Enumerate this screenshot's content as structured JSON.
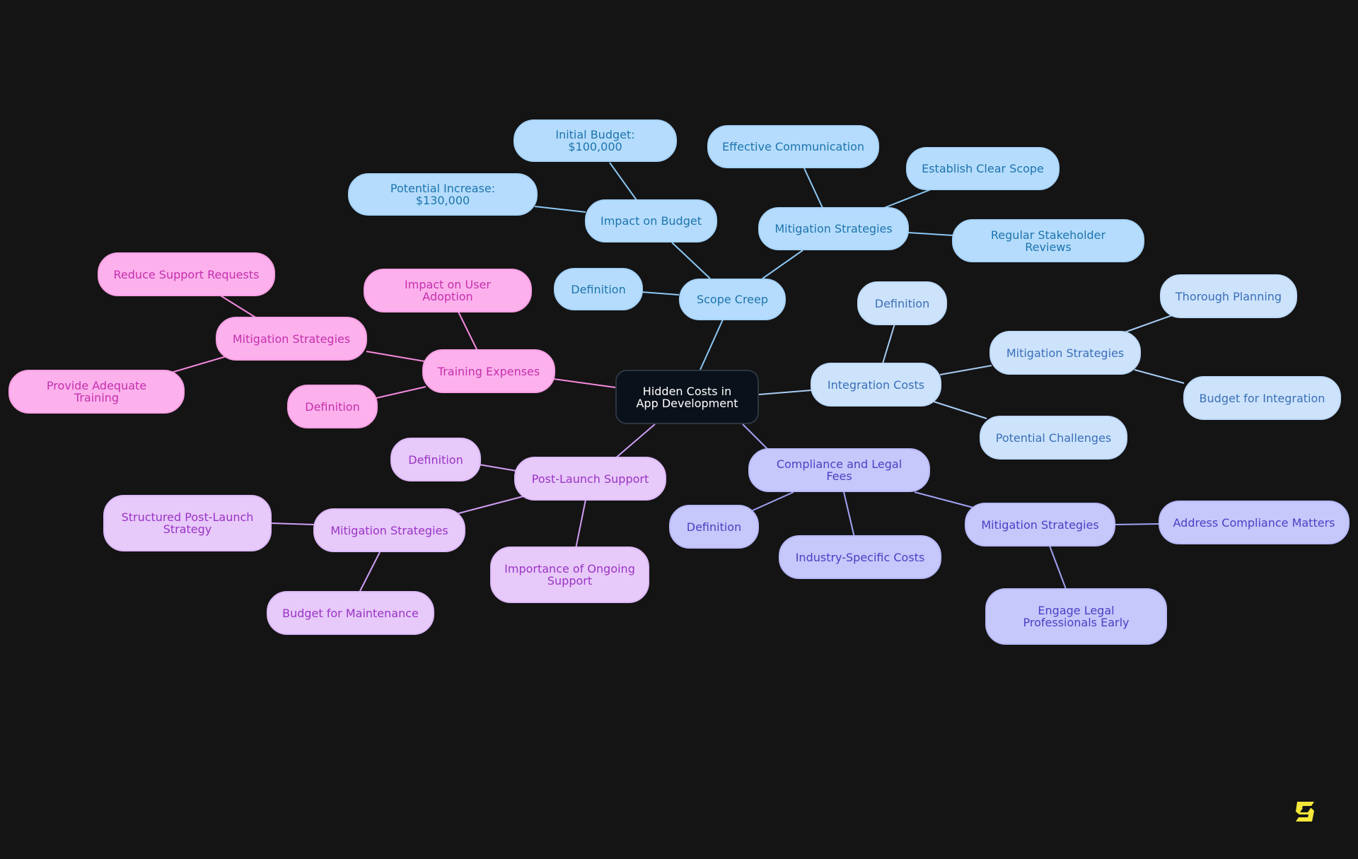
{
  "diagram": {
    "root": "Hidden Costs in App Development",
    "scope_creep": {
      "label": "Scope Creep",
      "definition": "Definition",
      "impact_on_budget": "Impact on Budget",
      "initial_budget": "Initial Budget: $100,000",
      "potential_increase": "Potential Increase: $130,000",
      "mitigation": "Mitigation Strategies",
      "effective_communication": "Effective Communication",
      "establish_clear_scope": "Establish Clear Scope",
      "regular_reviews": "Regular Stakeholder Reviews"
    },
    "integration_costs": {
      "label": "Integration Costs",
      "definition": "Definition",
      "mitigation": "Mitigation Strategies",
      "thorough_planning": "Thorough Planning",
      "budget_for_integration": "Budget for Integration",
      "potential_challenges": "Potential Challenges"
    },
    "compliance": {
      "label": "Compliance and Legal Fees",
      "definition": "Definition",
      "industry_specific": "Industry-Specific Costs",
      "mitigation": "Mitigation Strategies",
      "address_compliance": "Address Compliance Matters",
      "engage_legal": "Engage Legal Professionals Early"
    },
    "post_launch": {
      "label": "Post-Launch Support",
      "definition": "Definition",
      "importance": "Importance of Ongoing Support",
      "mitigation": "Mitigation Strategies",
      "structured_strategy": "Structured Post-Launch Strategy",
      "budget_for_maintenance": "Budget for Maintenance"
    },
    "training": {
      "label": "Training Expenses",
      "definition": "Definition",
      "impact_on_adoption": "Impact on User Adoption",
      "mitigation": "Mitigation Strategies",
      "reduce_support": "Reduce Support Requests",
      "provide_training": "Provide Adequate Training"
    }
  },
  "colors": {
    "background": "#141414",
    "root": "#0b111b",
    "scope_creep": "#b5dcfc",
    "integration_costs": "#cde3fb",
    "compliance": "#c6c7fb",
    "post_launch": "#e7c9fa",
    "training": "#fcb1ec",
    "logo": "#f5e63a"
  },
  "icons": {
    "logo": "brand-logo-icon"
  }
}
